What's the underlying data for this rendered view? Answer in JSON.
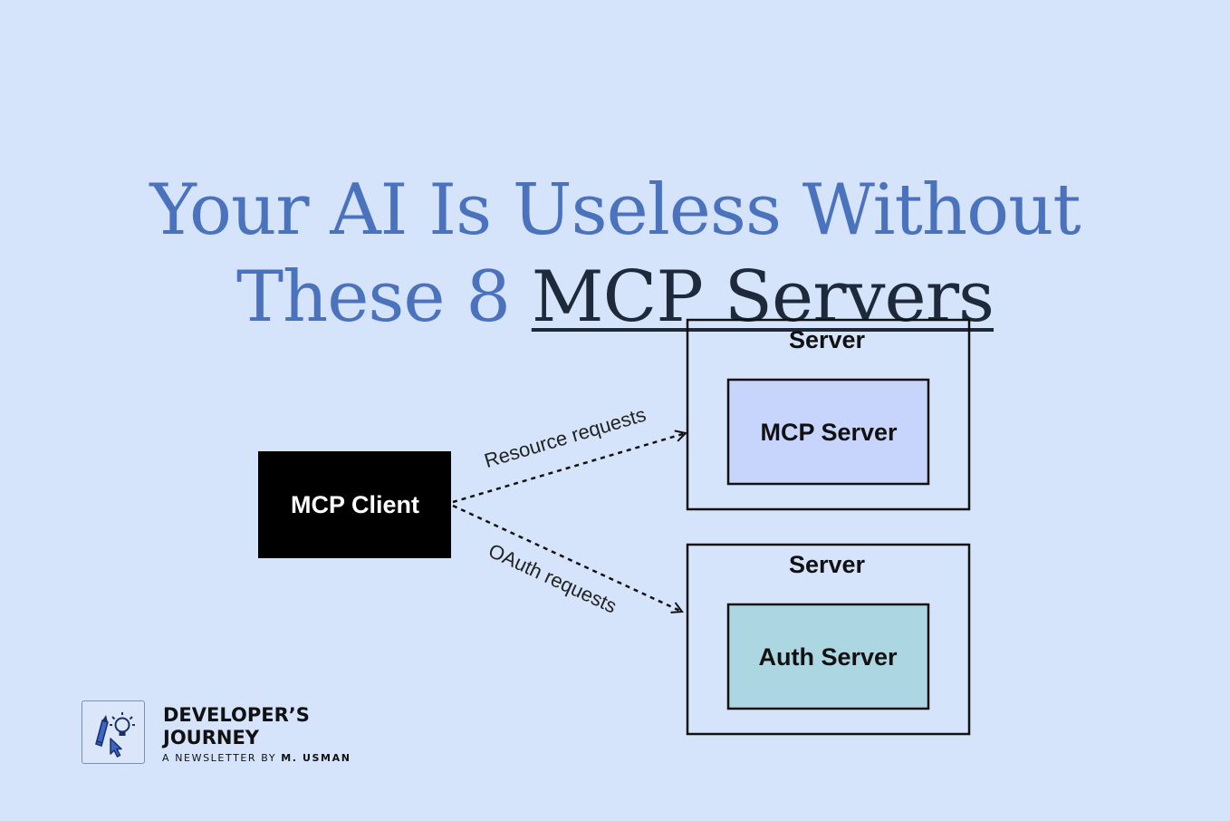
{
  "title": {
    "line1": "Your AI Is Useless Without",
    "line2_prefix": "These 8 ",
    "line2_highlight": "MCP Servers"
  },
  "diagram": {
    "client_label": "MCP Client",
    "server_top": {
      "title": "Server",
      "inner_label": "MCP Server"
    },
    "server_bottom": {
      "title": "Server",
      "inner_label": "Auth Server"
    },
    "edge_top_label": "Resource requests",
    "edge_bottom_label": "OAuth requests"
  },
  "brand": {
    "name_line1": "DEVELOPER’S",
    "name_line2": "JOURNEY",
    "tagline_prefix": "A NEWSLETTER BY",
    "tagline_author": "M. USMAN",
    "logo_icons": [
      "pencil-icon",
      "lightbulb-icon",
      "cursor-icon"
    ]
  },
  "colors": {
    "background": "#d6e4fb",
    "title_blue": "#4a72bd",
    "title_dark": "#1e2a3c",
    "client_fill": "#000000",
    "mcp_server_fill": "#c7d4fc",
    "auth_server_fill": "#abd6e2"
  }
}
